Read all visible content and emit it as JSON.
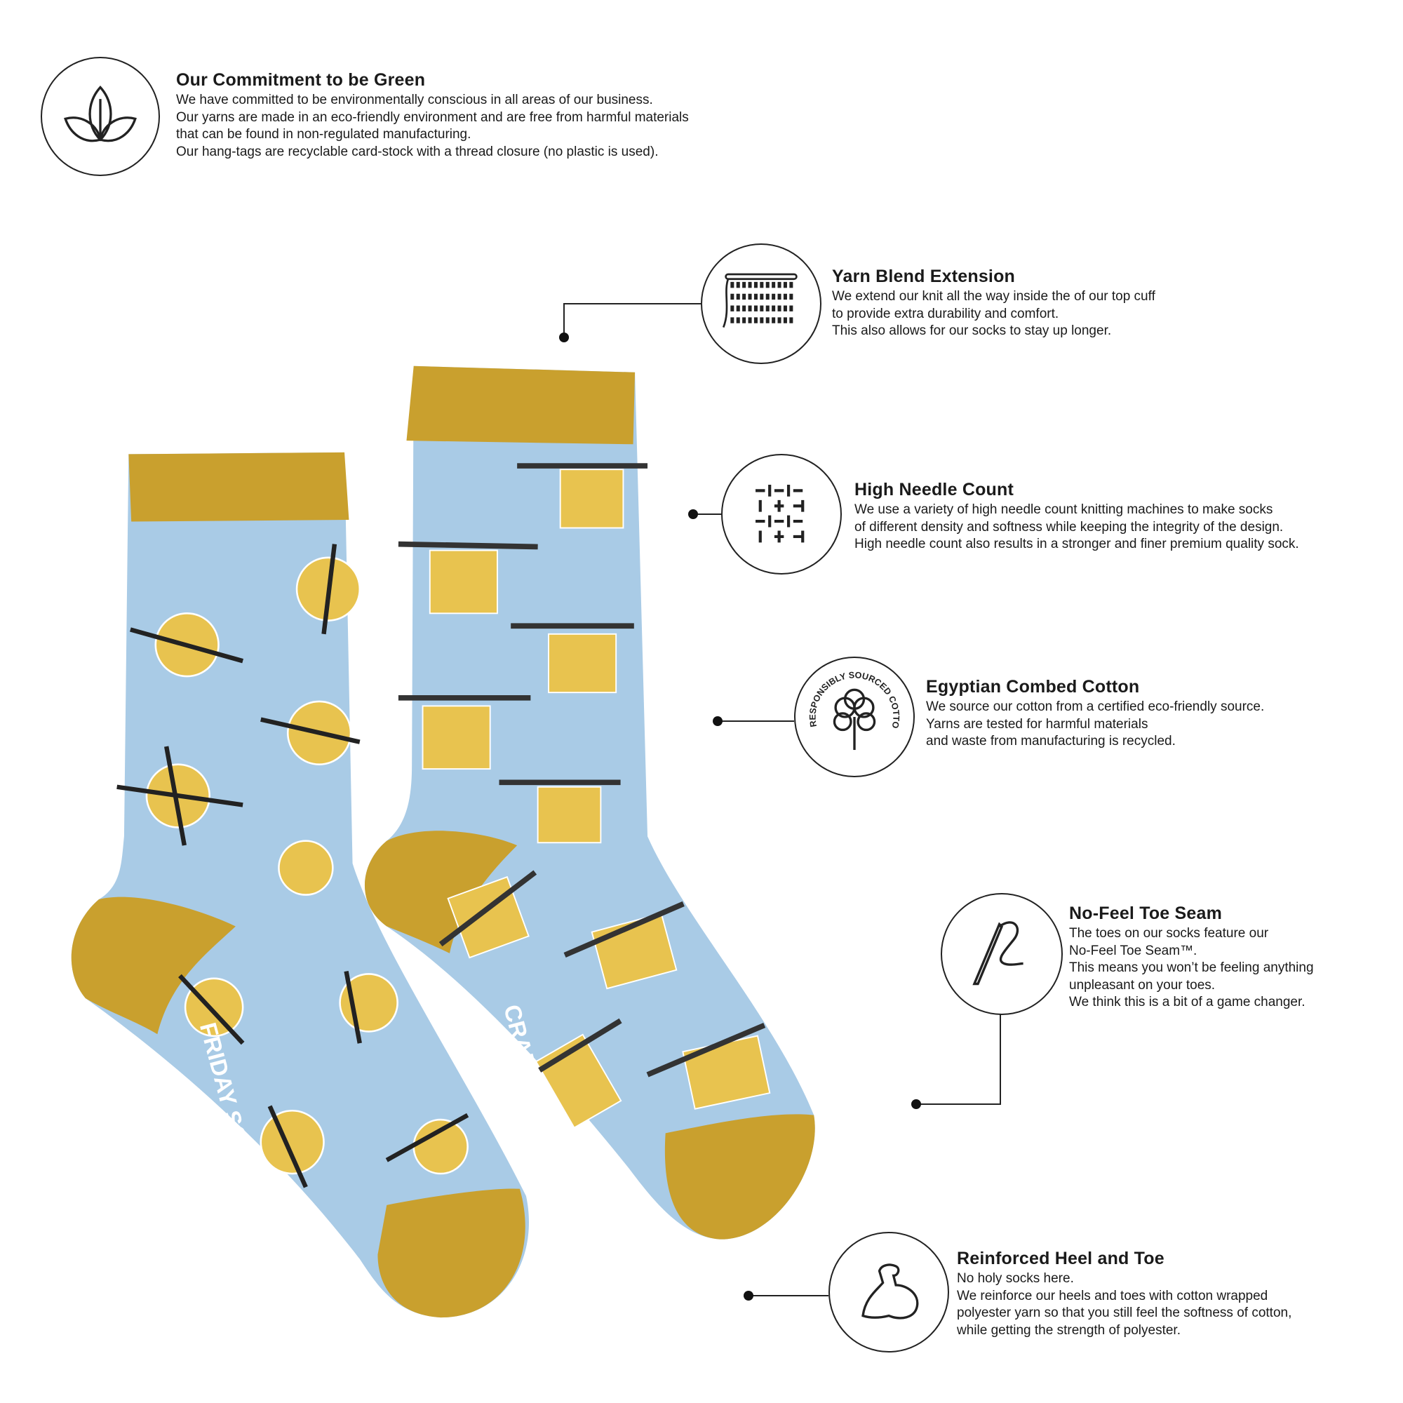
{
  "colors": {
    "sock_blue": "#a9cbe6",
    "mustard": "#c9a02e",
    "yarn_yellow": "#e8c34f",
    "ink": "#1a1a1a"
  },
  "green": {
    "icon": "leaves-icon",
    "title": "Our Commitment to be Green",
    "lines": [
      "We have committed to be environmentally conscious in all areas of our business.",
      "Our yarns are made in an eco-friendly environment and are free from harmful materials",
      "that can be found in non-regulated manufacturing.",
      "Our hang-tags are recyclable card-stock with a thread closure (no plastic is used)."
    ]
  },
  "features": [
    {
      "icon": "knit-stitch-icon",
      "title": "Yarn Blend Extension",
      "lines": [
        "We extend our knit all the way inside the of our top cuff",
        "to provide extra durability and comfort.",
        "This also allows for our socks to stay up longer."
      ]
    },
    {
      "icon": "needle-grid-icon",
      "title": "High Needle Count",
      "lines": [
        "We use a variety of high needle count knitting machines to make socks",
        "of different density and softness while keeping the integrity of the design.",
        "High needle count also results in a stronger and finer premium quality sock."
      ]
    },
    {
      "icon": "cotton-icon",
      "badge": "RESPONSIBLY SOURCED COTTON",
      "title": "Egyptian Combed Cotton",
      "lines": [
        "We source our cotton from a certified eco-friendly source.",
        "Yarns are tested for harmful materials",
        "and waste from manufacturing is recycled."
      ]
    },
    {
      "icon": "sewing-needle-icon",
      "title": "No-Feel Toe Seam",
      "lines": [
        "The toes on our socks feature our",
        "No-Feel Toe Seam™.",
        "This means you won’t be feeling anything",
        "unpleasant on your toes.",
        "We think this is a bit of a game changer."
      ]
    },
    {
      "icon": "flexed-arm-icon",
      "title": "Reinforced Heel and Toe",
      "lines": [
        "No holy socks here.",
        "We reinforce our heels and toes with cotton wrapped",
        "polyester yarn so that you still feel the softness of cotton,",
        "while getting the strength of polyester."
      ]
    }
  ],
  "socks": {
    "left_sole_text": "FRIDAY SOCK CO.",
    "right_sole_text": "CRAFTED"
  }
}
